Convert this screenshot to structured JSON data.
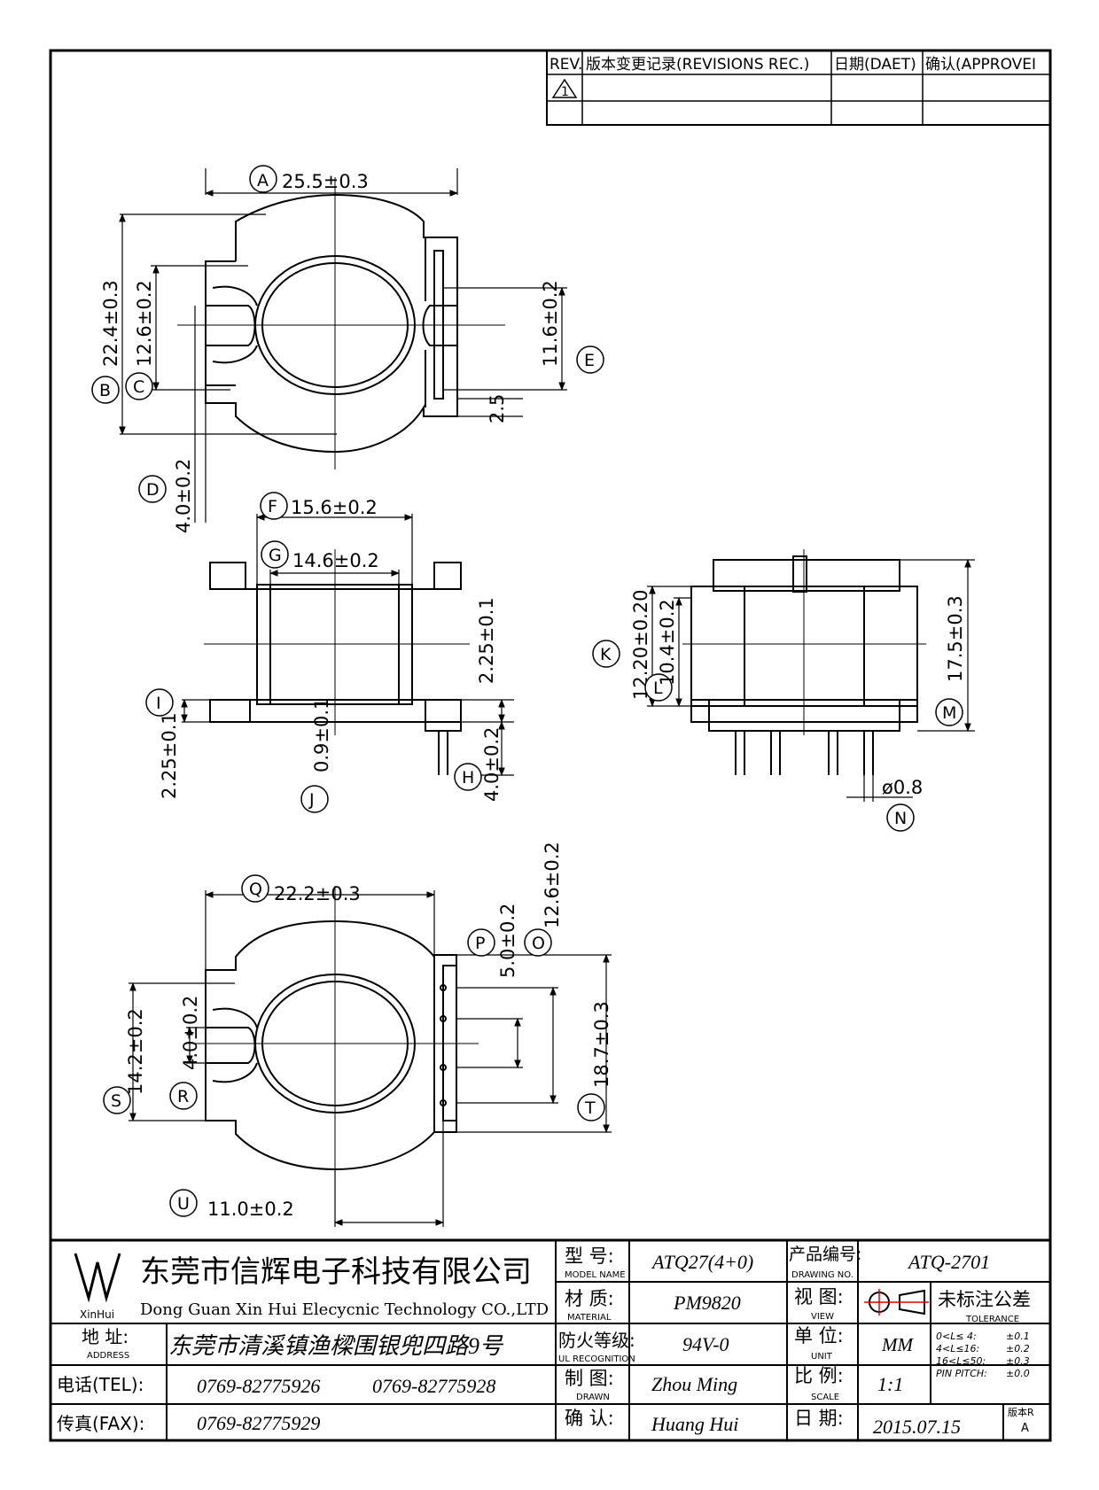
{
  "revision_table": {
    "headers": [
      "REV.",
      "版本变更记录(REVISIONS REC.)",
      "日期(DAET)",
      "确认(APPROVEI"
    ],
    "rev_mark": "1"
  },
  "dimensions": {
    "A": {
      "letter": "A",
      "value": "25.5±0.3"
    },
    "B": {
      "letter": "B",
      "value": "22.4±0.3"
    },
    "C": {
      "letter": "C",
      "value": "12.6±0.2"
    },
    "D": {
      "letter": "D",
      "value": "4.0±0.2"
    },
    "E": {
      "letter": "E",
      "value": "11.6±0.2"
    },
    "E2": {
      "value": "2.5"
    },
    "F": {
      "letter": "F",
      "value": "15.6±0.2"
    },
    "G": {
      "letter": "G",
      "value": "14.6±0.2"
    },
    "H": {
      "letter": "H",
      "value": "4.0±0.2"
    },
    "I": {
      "letter": "I",
      "value": "2.25±0.1"
    },
    "I2": {
      "value": "2.25±0.1"
    },
    "J": {
      "letter": "J",
      "value": "0.9±0.1"
    },
    "K": {
      "letter": "K",
      "value": "12.20±0.20"
    },
    "L": {
      "letter": "L",
      "value": "10.4±0.2"
    },
    "M": {
      "letter": "M",
      "value": "17.5±0.3"
    },
    "N": {
      "letter": "N",
      "value": "ø0.8"
    },
    "O": {
      "letter": "O",
      "value": "12.6±0.2"
    },
    "P": {
      "letter": "P",
      "value": "5.0±0.2"
    },
    "Q": {
      "letter": "Q",
      "value": "22.2±0.3"
    },
    "R": {
      "letter": "R",
      "value": "4.0±0.2"
    },
    "S": {
      "letter": "S",
      "value": "14.2±0.2"
    },
    "T": {
      "letter": "T",
      "value": "18.7±0.3"
    },
    "U": {
      "letter": "U",
      "value": "11.0±0.2"
    }
  },
  "title_block": {
    "logo_text": "XinHui",
    "company_cn": "东莞市信辉电子科技有限公司",
    "company_en": "Dong Guan Xin Hui Elecycnic Technology CO.,LTD",
    "address_label": "地 址:",
    "address_label_en": "ADDRESS",
    "address": "东莞市清溪镇渔樑围银兜四路9号",
    "tel_label": "电话(TEL):",
    "tel1": "0769-82775926",
    "tel2": "0769-82775928",
    "fax_label": "传真(FAX):",
    "fax": "0769-82775929",
    "model_label": "型 号:",
    "model_label_en": "MODEL NAME",
    "model": "ATQ27(4+0)",
    "material_label": "材 质:",
    "material_label_en": "MATERIAL",
    "material": "PM9820",
    "ul_label": "防火等级:",
    "ul_label_en": "UL RECOGNITION",
    "ul": "94V-0",
    "drawn_label": "制 图:",
    "drawn_label_en": "DRAWN",
    "drawn": "Zhou Ming",
    "check_label": "确 认:",
    "check": "Huang Hui",
    "drawing_no_label": "产品编号:",
    "drawing_no_label_en": "DRAWING NO.",
    "drawing_no": "ATQ-2701",
    "view_label": "视 图:",
    "view_label_en": "VIEW",
    "unit_label": "单 位:",
    "unit_label_en": "UNIT",
    "unit": "MM",
    "scale_label": "比 例:",
    "scale_label_en": "SCALE",
    "scale": "1:1",
    "date_label": "日 期:",
    "date": "2015.07.15",
    "version_label": "版本R",
    "version": "A",
    "tolerance_title": "未标注公差",
    "tolerance_title_en": "TOLERANCE",
    "tolerances": [
      {
        "range": "0<L≤ 4:",
        "tol": "±0.1"
      },
      {
        "range": "4<L≤16:",
        "tol": "±0.2"
      },
      {
        "range": "16<L≤50:",
        "tol": "±0.3"
      },
      {
        "range": "PIN PITCH:",
        "tol": "±0.0"
      }
    ]
  }
}
